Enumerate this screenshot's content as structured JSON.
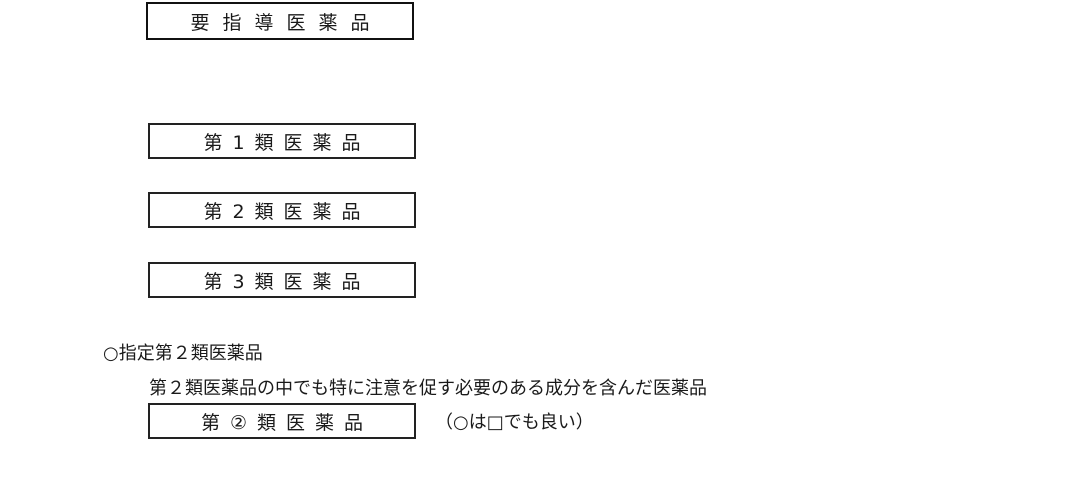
{
  "labels": {
    "requires_guidance": "要指導医薬品",
    "class_1": "第1類医薬品",
    "class_2": "第2類医薬品",
    "class_3": "第3類医薬品",
    "designated_class_2": "第②類医薬品"
  },
  "designated_section": {
    "heading": "○指定第２類医薬品",
    "description": "第２類医薬品の中でも特に注意を促す必要のある成分を含んだ医薬品",
    "note": "（○は□でも良い）"
  },
  "colors": {
    "border": "#222222",
    "text": "#1a1a1a",
    "background": "#ffffff"
  }
}
